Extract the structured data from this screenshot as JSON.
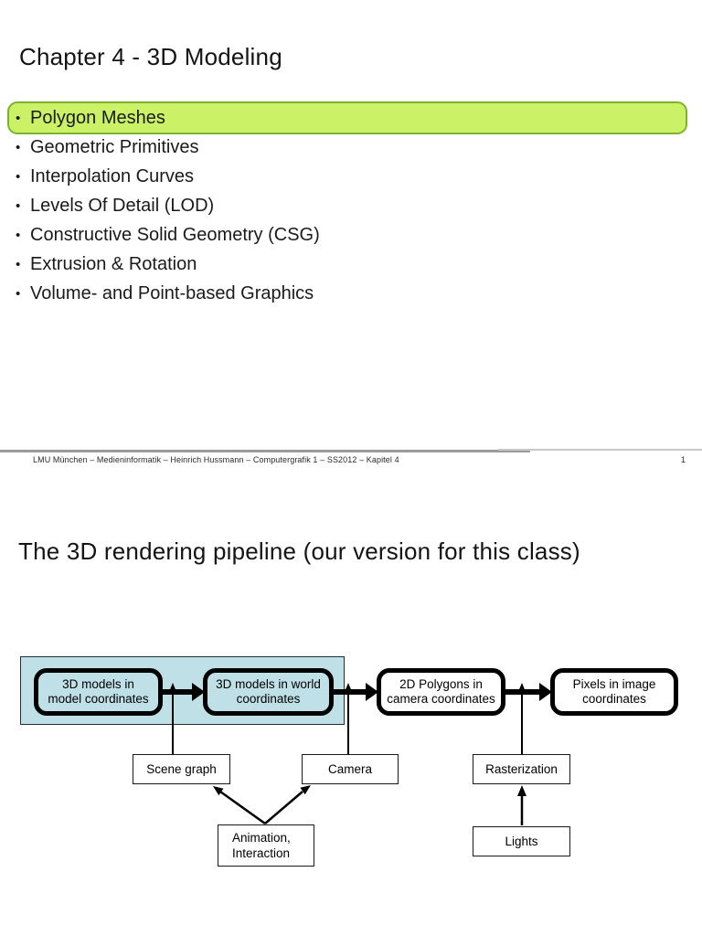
{
  "slide1": {
    "title": "Chapter 4 - 3D Modeling",
    "bullet_char": "•",
    "bullets": [
      "Polygon Meshes",
      "Geometric Primitives",
      "Interpolation Curves",
      "Levels Of Detail (LOD)",
      "Constructive Solid Geometry (CSG)",
      "Extrusion & Rotation",
      "Volume- and Point-based Graphics"
    ],
    "highlight": {
      "fill": "#cbf266",
      "border": "#7eb22e",
      "highlighted_item": "Polygon Meshes"
    },
    "footer": {
      "text": "LMU München – Medieninformatik – Heinrich Hussmann – Computergrafik 1 – SS2012 – Kapitel 4",
      "page_number": "1"
    }
  },
  "slide2": {
    "title": "The 3D rendering pipeline (our version for this class)",
    "diagram": {
      "accent_fill": "#bfe0e6",
      "pipeline": [
        {
          "label": "3D models in\nmodel coordinates"
        },
        {
          "label": "3D models in world\ncoordinates"
        },
        {
          "label": "2D Polygons in\ncamera coordinates"
        },
        {
          "label": "Pixels in image\ncoordinates"
        }
      ],
      "nodes": {
        "scene_graph": "Scene graph",
        "camera": "Camera",
        "rasterization": "Rasterization",
        "animation": "Animation,\nInteraction",
        "lights": "Lights"
      }
    }
  }
}
